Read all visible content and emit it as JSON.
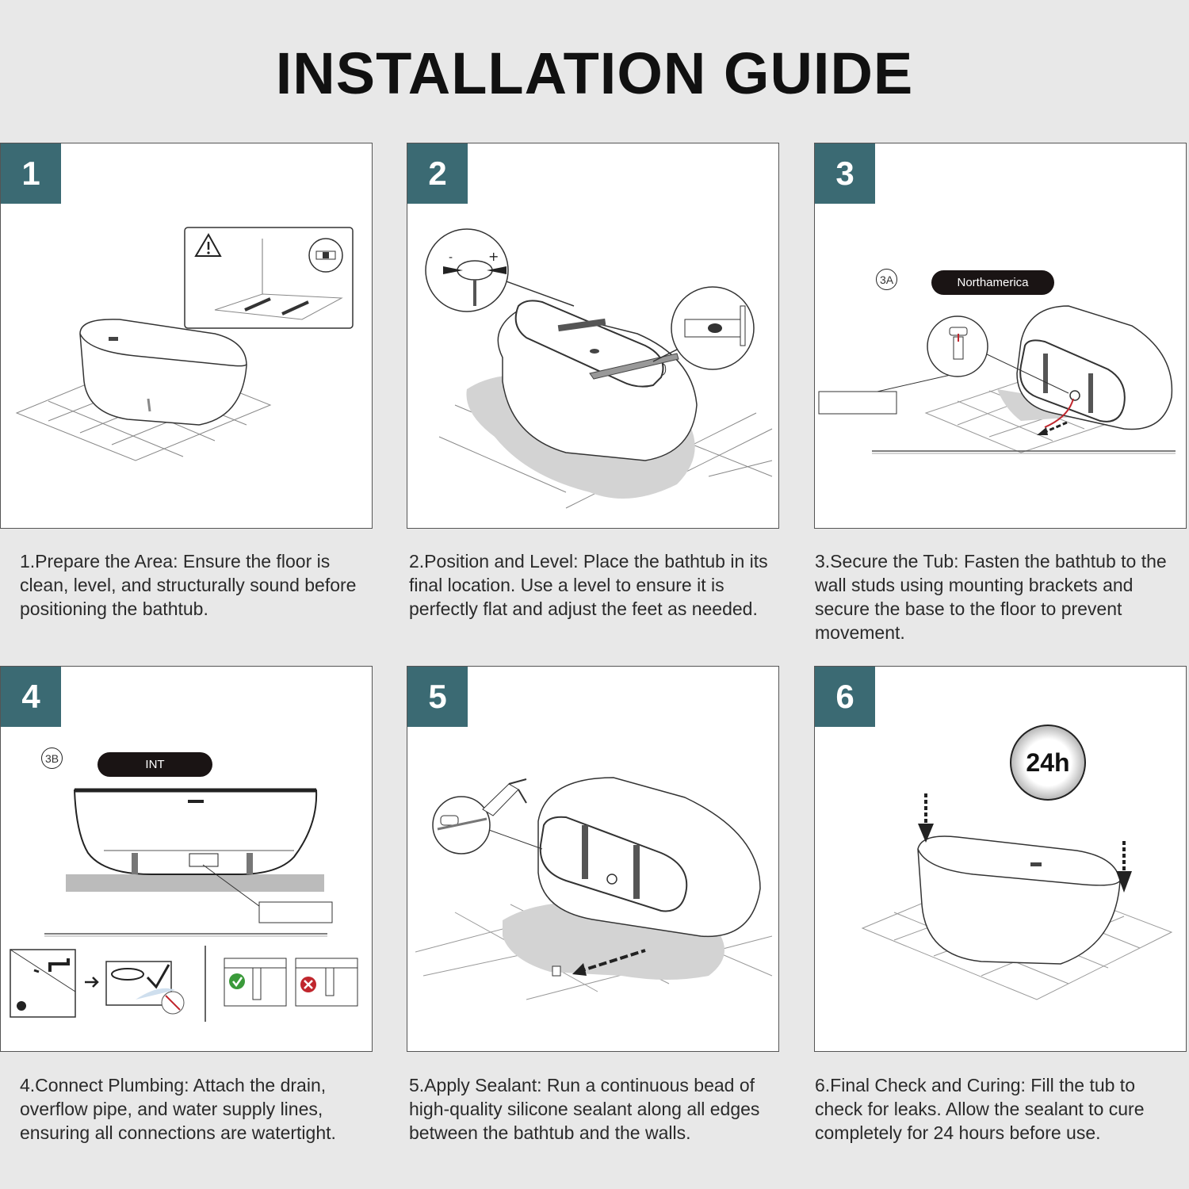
{
  "header": {
    "title": "INSTALLATION GUIDE"
  },
  "colors": {
    "accent": "#3b6a73",
    "background": "#e8e8e8",
    "pill": "#1a1414"
  },
  "steps": [
    {
      "number": "1",
      "caption": "1.Prepare the Area: Ensure the floor is clean, level, and structurally sound before positioning the bathtub."
    },
    {
      "number": "2",
      "caption": "2.Position and Level: Place the bathtub in its final location. Use a level to ensure it is perfectly flat and adjust the feet as needed."
    },
    {
      "number": "3",
      "caption": "3.Secure the Tub: Fasten the bathtub to the wall studs using mounting brackets and secure the base to the floor to prevent movement.",
      "sub_label": "3A",
      "pill": "Northamerica"
    },
    {
      "number": "4",
      "caption": "4.Connect Plumbing: Attach the drain, overflow pipe, and water supply lines, ensuring all connections are watertight.",
      "sub_label": "3B",
      "pill": "INT"
    },
    {
      "number": "5",
      "caption": "5.Apply Sealant: Run a continuous bead of high-quality silicone sealant along all edges between the bathtub and the walls."
    },
    {
      "number": "6",
      "caption": "6.Final Check and Curing: Fill the tub to check for leaks. Allow the sealant to cure completely for 24 hours before use.",
      "clock": "24h"
    }
  ],
  "icons": [
    "warning-icon",
    "check-icon",
    "cross-icon",
    "faucet-icon",
    "clock-icon"
  ]
}
